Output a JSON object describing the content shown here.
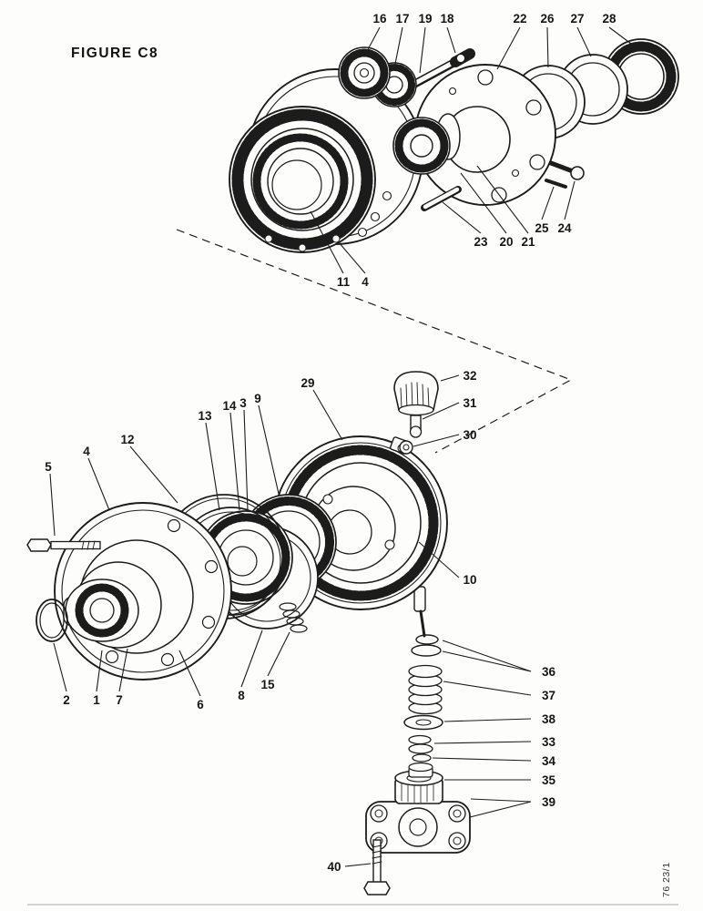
{
  "figure": {
    "title": "FIGURE C8",
    "doc_code": "76 23/1"
  },
  "callouts": {
    "n16": "16",
    "n17": "17",
    "n19": "19",
    "n18": "18",
    "n22": "22",
    "n26": "26",
    "n27": "27",
    "n28": "28",
    "n23": "23",
    "n20": "20",
    "n21": "21",
    "n25": "25",
    "n24": "24",
    "n11": "11",
    "n4a": "4",
    "n29": "29",
    "n32": "32",
    "n31": "31",
    "n30": "30",
    "n13": "13",
    "n14": "14",
    "n3": "3",
    "n9": "9",
    "n12": "12",
    "n4b": "4",
    "n5": "5",
    "n10": "10",
    "n2": "2",
    "n1": "1",
    "n7": "7",
    "n6": "6",
    "n8": "8",
    "n15": "15",
    "n36": "36",
    "n37": "37",
    "n38": "38",
    "n33": "33",
    "n34": "34",
    "n35": "35",
    "n39": "39",
    "n40": "40"
  },
  "colors": {
    "ink": "#1c1c1c",
    "paper": "#fdfdfb"
  }
}
